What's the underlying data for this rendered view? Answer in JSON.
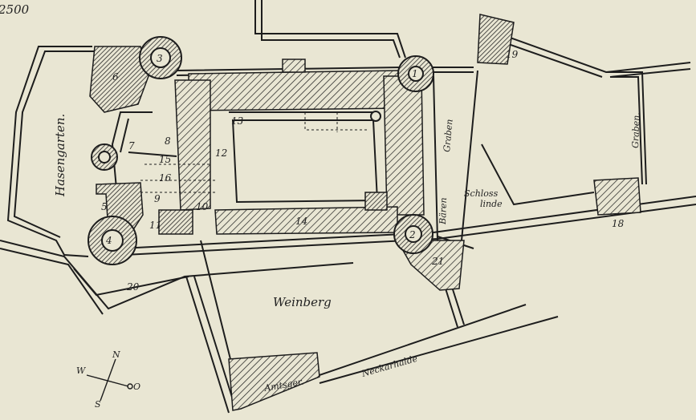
{
  "scale_fragment": "2500",
  "compass": {
    "north": "N",
    "south": "S",
    "west": "W",
    "east": "O"
  },
  "place_labels": {
    "hasengarten": "Hasengarten.",
    "graben_left": "Graben",
    "graben_right": "Graben.",
    "baeren": "Bären",
    "schlosslinde_1": "Schloss",
    "schlosslinde_2": "linde",
    "weinberg": "Weinberg",
    "neckarhalde": "Neckarhalde",
    "amtsger": "Amtsger."
  },
  "numbers": [
    "1",
    "2",
    "3",
    "4",
    "5",
    "6",
    "7",
    "8",
    "9",
    "10",
    "11",
    "12",
    "13",
    "14",
    "15",
    "16",
    "18",
    "19",
    "20",
    "21"
  ],
  "colors": {
    "paper": "#e9e6d3",
    "ink": "#1d1d1d"
  }
}
